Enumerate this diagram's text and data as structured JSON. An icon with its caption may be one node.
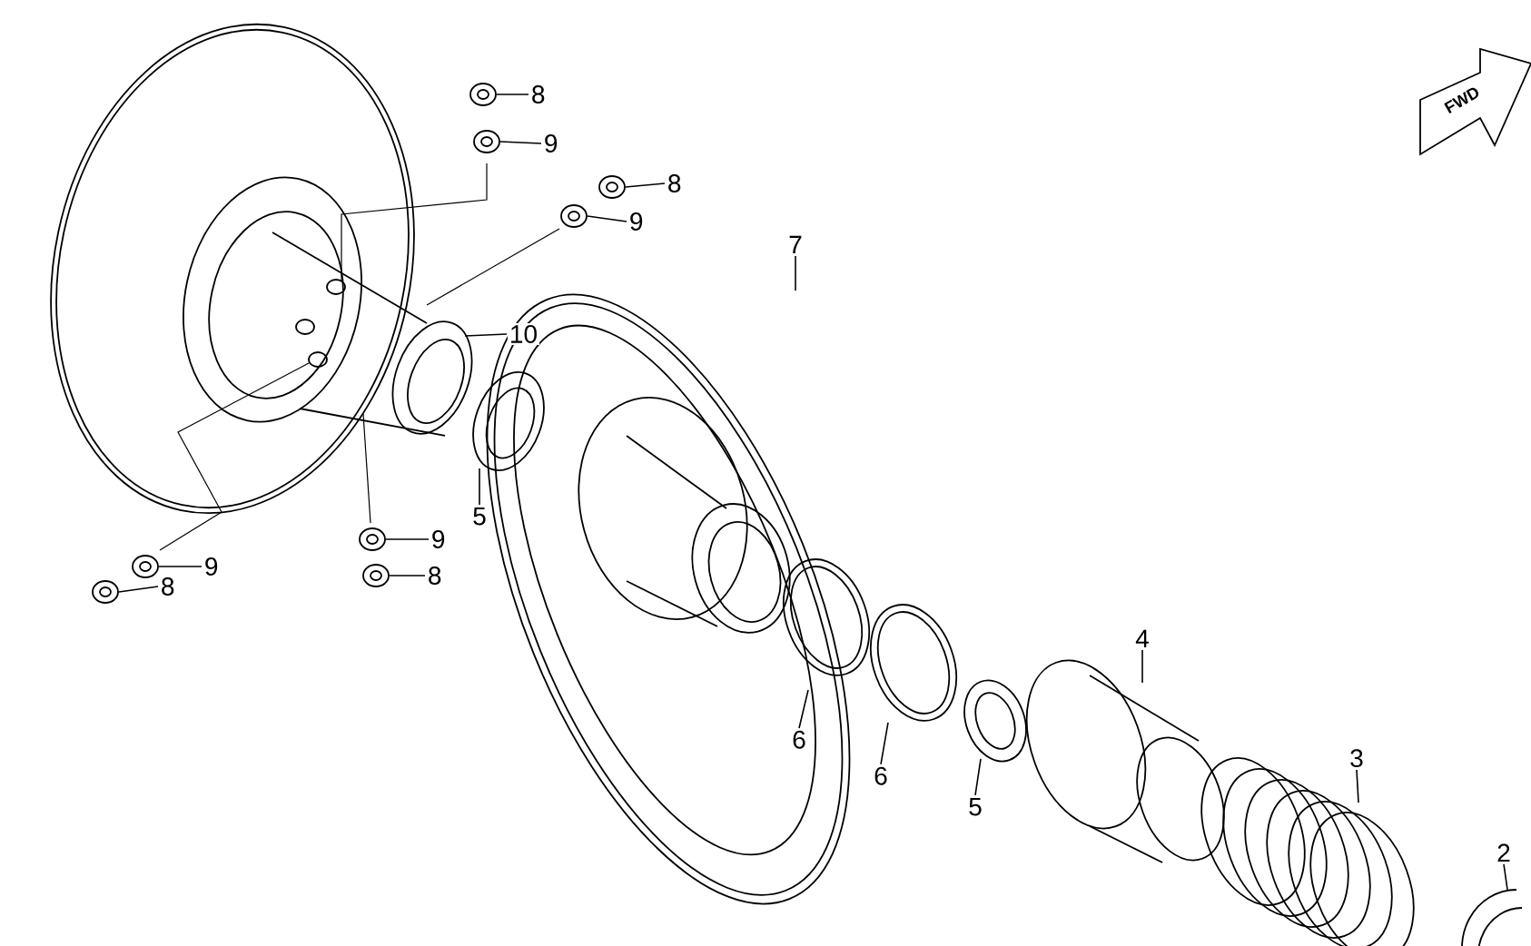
{
  "diagram": {
    "nodes": [
      {
        "text": [
          "8"
        ]
      },
      {
        "text": [
          "9"
        ]
      },
      {
        "text": [
          "8"
        ]
      },
      {
        "text": [
          "9"
        ]
      },
      {
        "text": [
          "10"
        ]
      },
      {
        "text": [
          "7"
        ]
      },
      {
        "text": [
          "5"
        ]
      },
      {
        "text": [
          "9"
        ]
      },
      {
        "text": [
          "8"
        ]
      },
      {
        "text": [
          "9"
        ]
      },
      {
        "text": [
          "8"
        ]
      },
      {
        "text": [
          "6"
        ]
      },
      {
        "text": [
          "6"
        ]
      },
      {
        "text": [
          "5"
        ]
      },
      {
        "text": [
          "4"
        ]
      },
      {
        "text": [
          "3"
        ]
      },
      {
        "text": [
          "2"
        ]
      },
      {
        "text": [],
        "shape": "picture"
      },
      {
        "text": [],
        "shape": "picture"
      },
      {
        "text": [],
        "shape": "picture"
      },
      {
        "text": [],
        "shape": "picture"
      },
      {
        "text": [],
        "shape": "picture"
      },
      {
        "text": [],
        "shape": "picture"
      },
      {
        "text": [],
        "shape": "picture"
      },
      {
        "text": [],
        "shape": "picture"
      }
    ],
    "edges": [
      {
        "from": 0,
        "to": 17,
        "arrow": "none"
      },
      {
        "from": 1,
        "to": 18,
        "arrow": "none"
      },
      {
        "from": 2,
        "to": 19,
        "arrow": "none"
      },
      {
        "from": 3,
        "to": 20,
        "arrow": "none"
      },
      {
        "from": 4,
        "to": null,
        "arrow": "none"
      },
      {
        "from": 5,
        "to": null,
        "arrow": "none"
      },
      {
        "from": 6,
        "to": null,
        "arrow": "none"
      },
      {
        "from": 7,
        "to": 21,
        "arrow": "none"
      },
      {
        "from": 8,
        "to": 22,
        "arrow": "none"
      },
      {
        "from": 9,
        "to": 23,
        "arrow": "none"
      },
      {
        "from": 10,
        "to": 24,
        "arrow": "none"
      },
      {
        "from": 11,
        "to": null,
        "arrow": "none"
      },
      {
        "from": 12,
        "to": null,
        "arrow": "none"
      },
      {
        "from": 13,
        "to": null,
        "arrow": "none"
      },
      {
        "from": 14,
        "to": null,
        "arrow": "none"
      },
      {
        "from": 15,
        "to": null,
        "arrow": "none"
      },
      {
        "from": 16,
        "to": null,
        "arrow": "none"
      }
    ],
    "labels": [
      "FWD"
    ]
  }
}
